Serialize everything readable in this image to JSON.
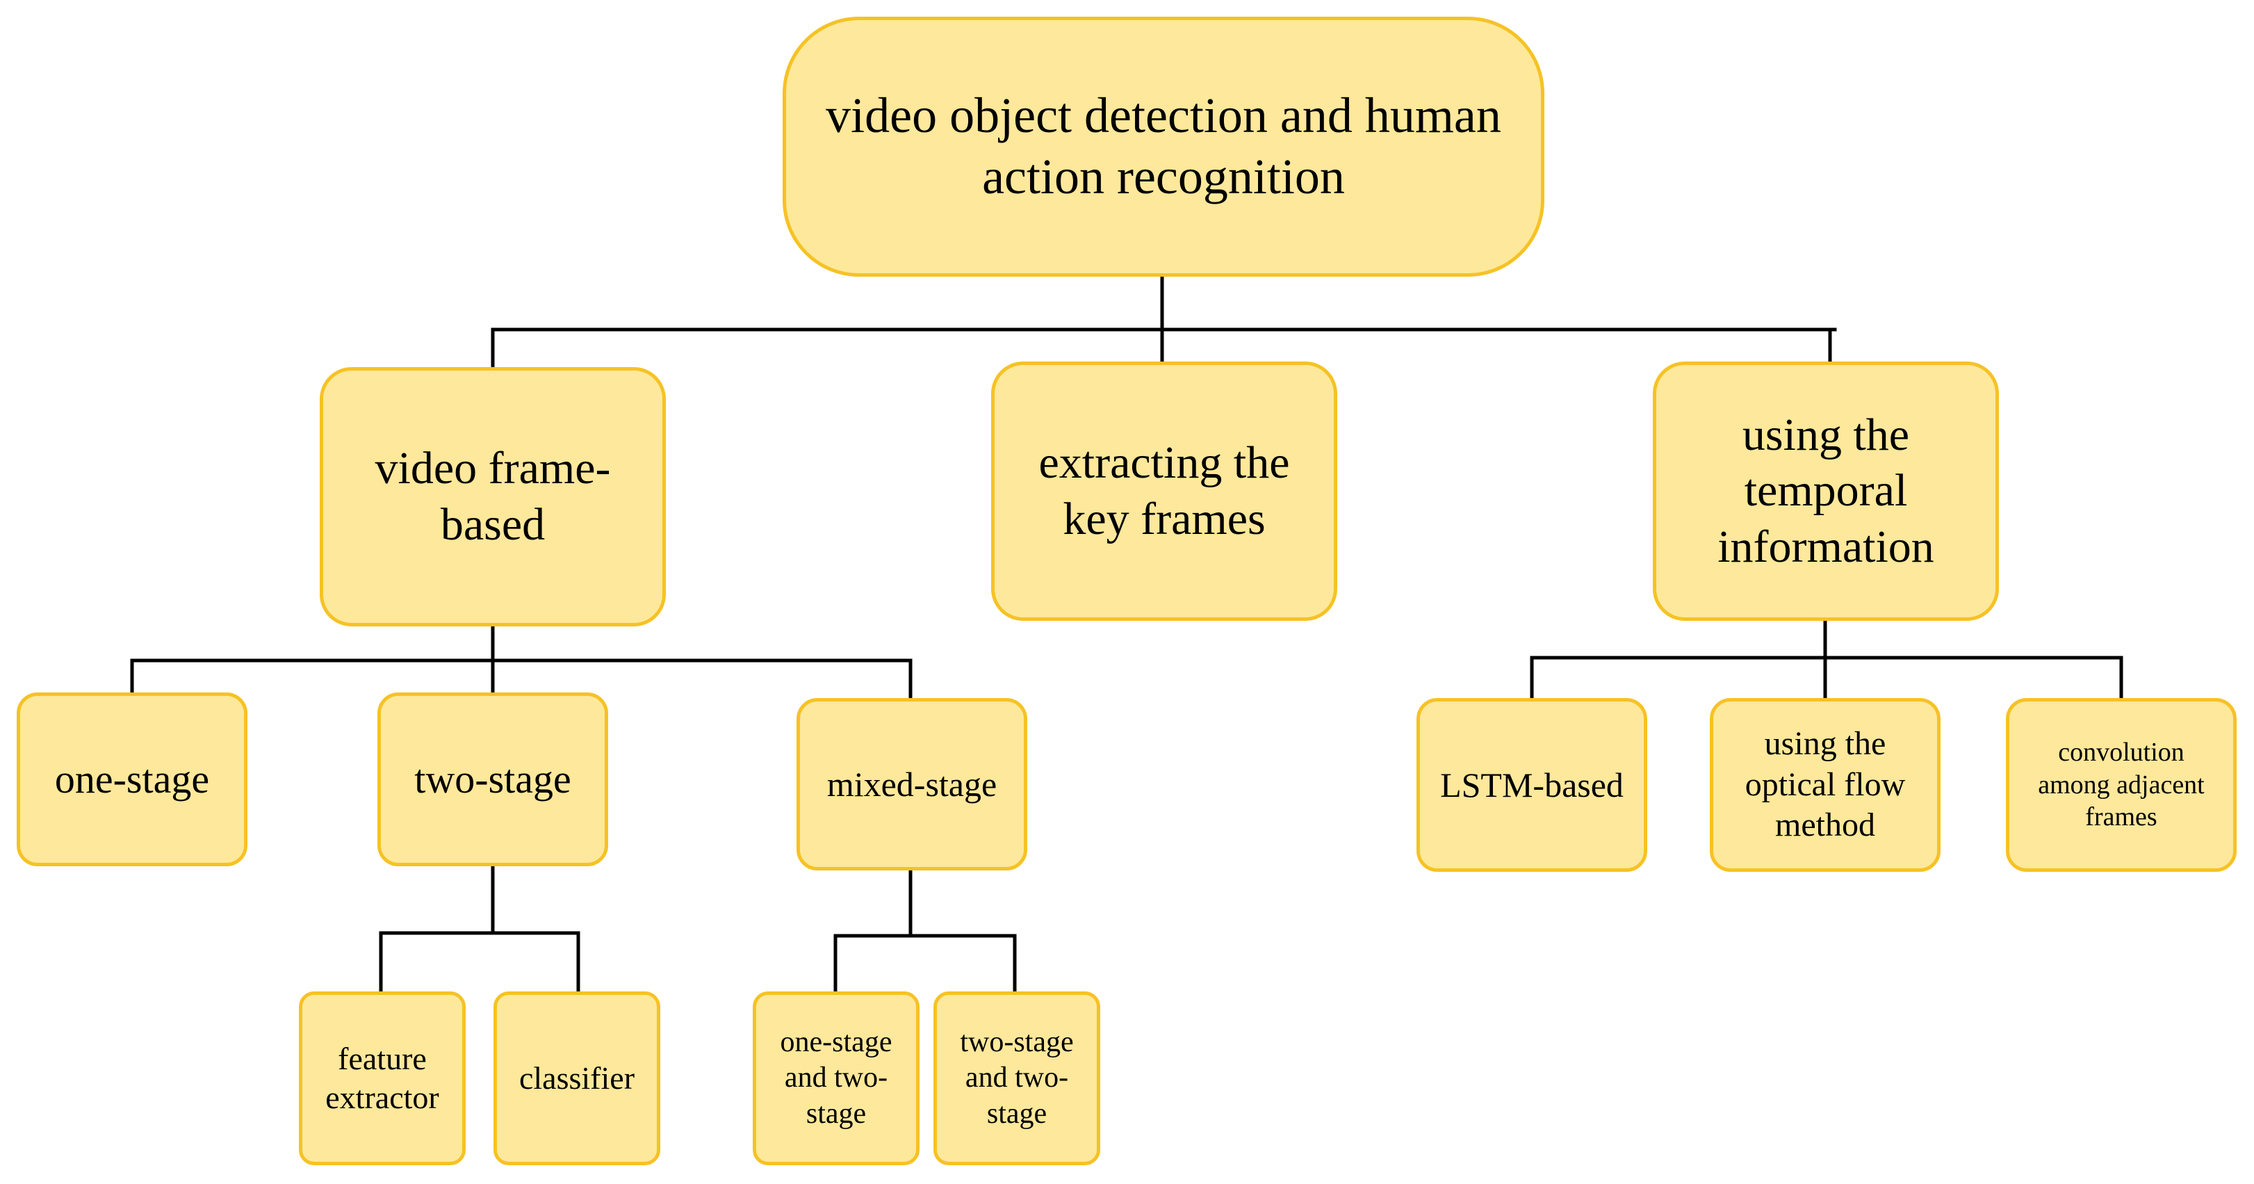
{
  "diagram": {
    "colors": {
      "box_fill": "#fee89b",
      "box_border": "#f6c224",
      "connector": "#000000",
      "background": "#ffffff"
    },
    "root": "video object detection and human action recognition",
    "level1": [
      "video frame-based",
      "extracting the key frames",
      "using the temporal information"
    ],
    "frame_based": [
      "one-stage",
      "two-stage",
      "mixed-stage"
    ],
    "two_stage": [
      "feature extractor",
      "classifier"
    ],
    "mixed_stage": [
      "one-stage and two-stage",
      "two-stage and two-stage"
    ],
    "temporal": [
      "LSTM-based",
      "using the optical flow method",
      "convolution among adjacent frames"
    ]
  }
}
